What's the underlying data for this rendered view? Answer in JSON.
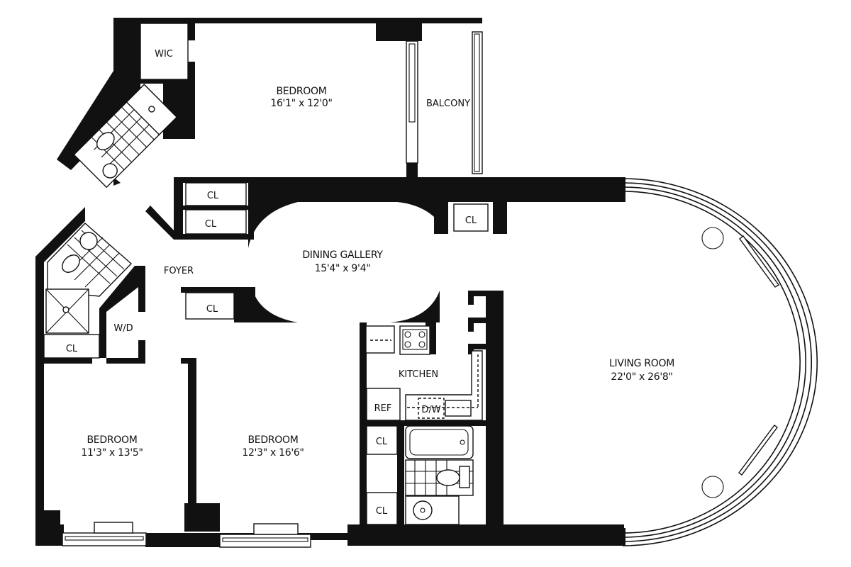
{
  "floorplan": {
    "colors": {
      "wall": "#111111",
      "background": "#ffffff"
    },
    "rooms": {
      "bedroom_master": {
        "name": "BEDROOM",
        "dims": "16'1\" x 12'0\""
      },
      "balcony": {
        "name": "BALCONY"
      },
      "wic": {
        "name": "WIC"
      },
      "dining": {
        "name": "DINING GALLERY",
        "dims": "15'4\" x 9'4\""
      },
      "foyer": {
        "name": "FOYER"
      },
      "living": {
        "name": "LIVING ROOM",
        "dims": "22'0\" x 26'8\""
      },
      "kitchen": {
        "name": "KITCHEN"
      },
      "bedroom_left": {
        "name": "BEDROOM",
        "dims": "11'3\" x 13'5\""
      },
      "bedroom_mid": {
        "name": "BEDROOM",
        "dims": "12'3\" x 16'6\""
      },
      "wd": {
        "name": "W/D"
      }
    },
    "closets": [
      {
        "label": "CL"
      },
      {
        "label": "CL"
      },
      {
        "label": "CL"
      },
      {
        "label": "CL"
      },
      {
        "label": "CL"
      },
      {
        "label": "CL"
      },
      {
        "label": "CL"
      }
    ],
    "appliances": {
      "ref": "REF",
      "dw": "D/W"
    }
  }
}
